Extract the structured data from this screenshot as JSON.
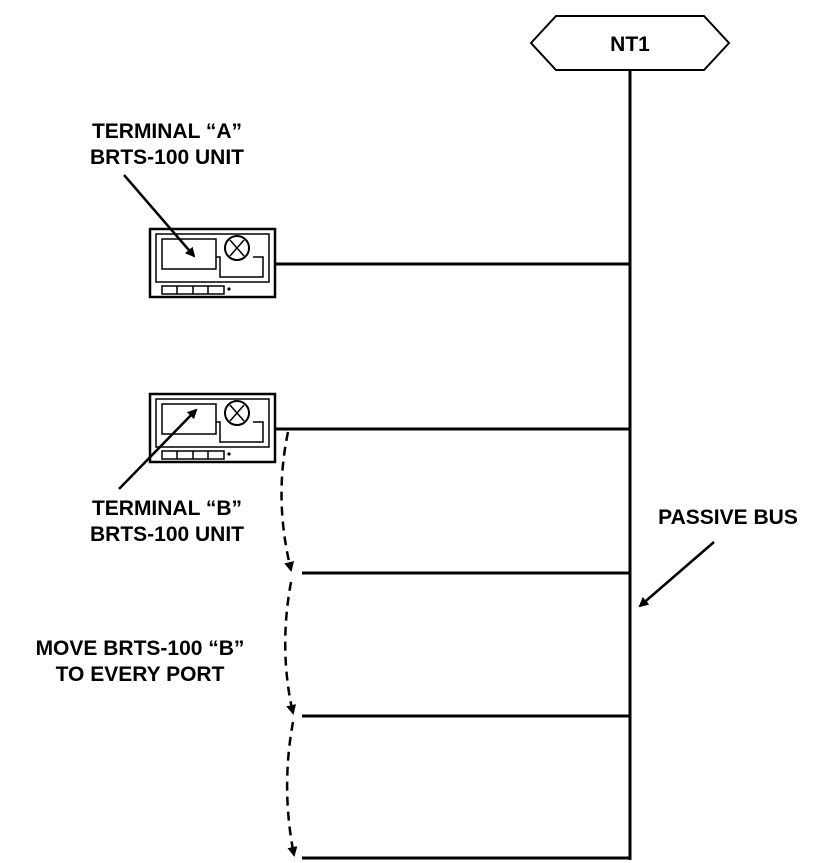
{
  "nt1_label": "NT1",
  "terminal_a": {
    "line1": "TERMINAL “A”",
    "line2": "BRTS-100 UNIT"
  },
  "terminal_b": {
    "line1": "TERMINAL “B”",
    "line2": "BRTS-100 UNIT"
  },
  "passive_bus_label": "PASSIVE BUS",
  "move_instruction": {
    "line1": "MOVE BRTS-100 “B”",
    "line2": "TO EVERY PORT"
  },
  "colors": {
    "ink": "#000000",
    "background": "#ffffff"
  }
}
